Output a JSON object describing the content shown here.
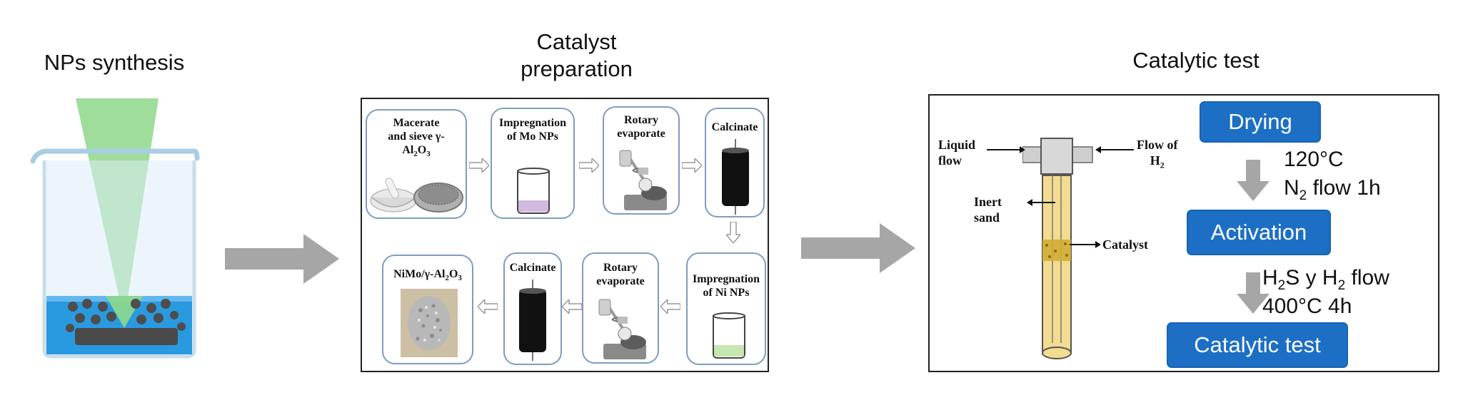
{
  "sections": {
    "synthesis_title": "NPs synthesis",
    "preparation_title_line1": "Catalyst",
    "preparation_title_line2": "preparation",
    "test_title": "Catalytic test"
  },
  "preparation": {
    "macerate_l1": "Macerate",
    "macerate_l2": "and sieve γ-",
    "macerate_l3": "Al",
    "macerate_sub2": "2",
    "macerate_o": "O",
    "macerate_sub3": "3",
    "impregnation_mo_l1": "Impregnation",
    "impregnation_mo_l2": "of Mo NPs",
    "rotary1_l1": "Rotary",
    "rotary1_l2": "evaporate",
    "calcinate1": "Calcinate",
    "impregnation_ni_l1": "Impregnation",
    "impregnation_ni_l2": "of Ni NPs",
    "rotary2_l1": "Rotary",
    "rotary2_l2": "evaporate",
    "calcinate2": "Calcinate",
    "product_a": "NiMo/γ-Al",
    "product_sub2": "2",
    "product_o": "O",
    "product_sub3": "3"
  },
  "reactor": {
    "liquid_l1": "Liquid",
    "liquid_l2": "flow",
    "flow_h2_l1": "Flow of",
    "flow_h2_h": "H",
    "flow_h2_sub": "2",
    "inert_l1": "Inert",
    "inert_l2": "sand",
    "catalyst": "Catalyst"
  },
  "steps": {
    "drying": "Drying",
    "drying_cond1": "120°C",
    "drying_cond2_n": "N",
    "drying_cond2_sub": "2",
    "drying_cond2_rest": " flow 1h",
    "activation": "Activation",
    "activation_cond1_a": "H",
    "activation_cond1_sub1": "2",
    "activation_cond1_b": "S y H",
    "activation_cond1_sub2": "2",
    "activation_cond1_c": " flow",
    "activation_cond2": "400°C 4h",
    "catalytic_test": "Catalytic test"
  },
  "colors": {
    "step_blue": "#1c6fc4",
    "arrow_gray": "#a6a6a6",
    "laser_green": "#7fd17a",
    "card_border": "#7f9cc1",
    "tube_fill": "#f3dc8f"
  }
}
